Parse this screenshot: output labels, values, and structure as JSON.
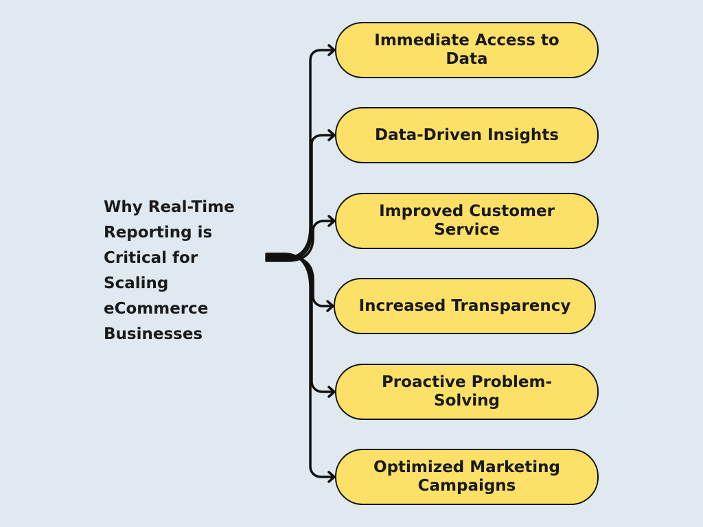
{
  "central_topic": "Why Real-Time\nReporting is\nCritical for\nScaling\neCommerce\nBusinesses",
  "branches": [
    {
      "label": "Immediate Access to Data"
    },
    {
      "label": "Data-Driven Insights"
    },
    {
      "label": "Improved Customer Service"
    },
    {
      "label": "Increased Transparency"
    },
    {
      "label": "Proactive Problem-Solving"
    },
    {
      "label": "Optimized Marketing Campaigns"
    }
  ],
  "colors": {
    "background": "#dfe9ef",
    "node_fill": "#fde067",
    "outline": "#111111",
    "text": "#1a1a1a"
  }
}
